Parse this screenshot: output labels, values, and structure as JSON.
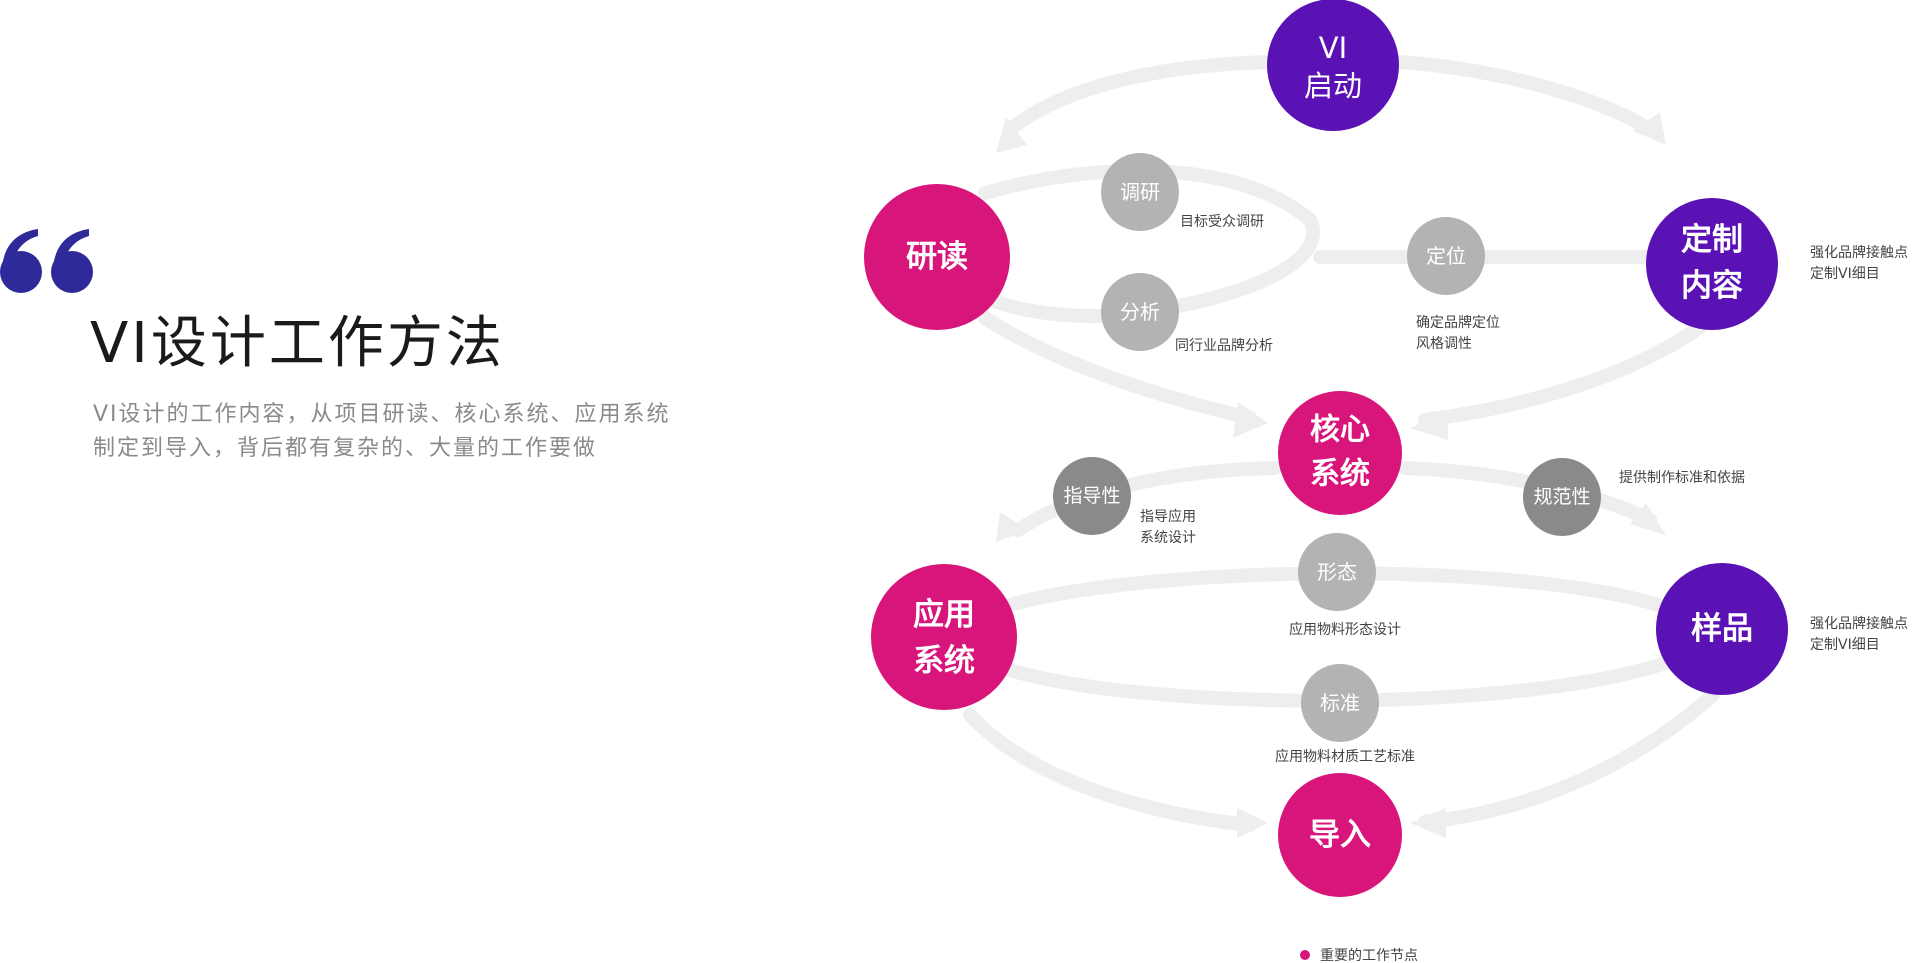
{
  "header": {
    "title": "VI设计工作方法",
    "subtitle_line1": "VI设计的工作内容，从项目研读、核心系统、应用系统",
    "subtitle_line2": "制定到导入，背后都有复杂的、大量的工作要做"
  },
  "colors": {
    "magenta": "#d8157a",
    "purple": "#5b12b5",
    "quote": "#2e2a99",
    "gray_light": "#b3b3b3",
    "gray_dark": "#8a8a8a",
    "track": "#eeeeee"
  },
  "diagram": {
    "main_nodes": {
      "start": [
        "VI",
        "启动"
      ],
      "research": [
        "研读"
      ],
      "custom": [
        "定制",
        "内容"
      ],
      "core": [
        "核心",
        "系统"
      ],
      "application": [
        "应用",
        "系统"
      ],
      "sample": [
        "样品"
      ],
      "import": [
        "导入"
      ]
    },
    "sub_nodes": {
      "survey": "调研",
      "analysis": "分析",
      "positioning": "定位",
      "guidance": "指导性",
      "normative": "规范性",
      "form": "形态",
      "standard": "标准"
    },
    "notes": {
      "survey": [
        "目标受众调研"
      ],
      "analysis": [
        "同行业品牌分析"
      ],
      "positioning": [
        "确定品牌定位",
        "风格调性"
      ],
      "custom": [
        "强化品牌接触点",
        "定制VI细目"
      ],
      "guidance": [
        "指导应用",
        "系统设计"
      ],
      "normative": [
        "提供制作标准和依据"
      ],
      "form": [
        "应用物料形态设计"
      ],
      "sample": [
        "强化品牌接触点",
        "定制VI细目"
      ],
      "standard": [
        "应用物料材质工艺标准"
      ]
    },
    "legend": "重要的工作节点"
  }
}
